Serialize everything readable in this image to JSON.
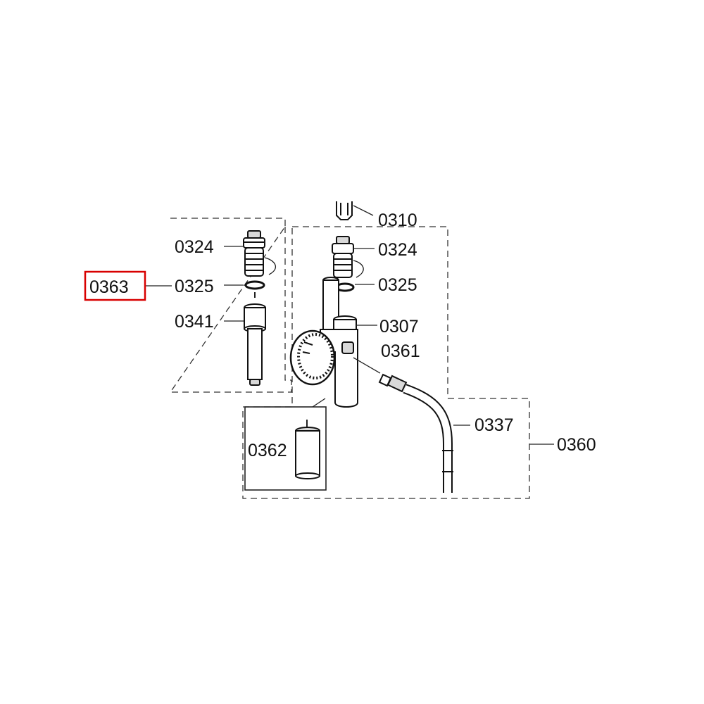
{
  "labels": {
    "p0310": "0310",
    "p0324_left": "0324",
    "p0324_right": "0324",
    "p0325_left": "0325",
    "p0325_right": "0325",
    "p0363": "0363",
    "p0341": "0341",
    "p0307": "0307",
    "p0361": "0361",
    "p0337": "0337",
    "p0360": "0360",
    "p0362": "0362"
  },
  "highlight": {
    "part": "0363",
    "color": "#d80000"
  }
}
